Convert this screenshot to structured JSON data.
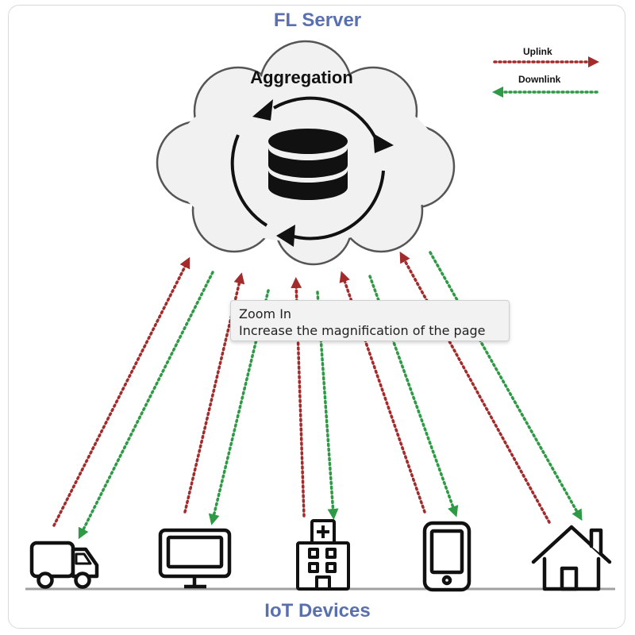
{
  "diagram": {
    "server_title": "FL Server",
    "aggregation_label": "Aggregation",
    "devices_title": "IoT Devices",
    "legend": {
      "uplink": "Uplink",
      "downlink": "Downlink",
      "uplink_color": "#a32b2b",
      "downlink_color": "#2e9a45"
    },
    "devices": [
      "truck-icon",
      "monitor-icon",
      "hospital-icon",
      "smartphone-icon",
      "house-icon"
    ]
  },
  "tooltip": {
    "title": "Zoom In",
    "description": "Increase the magnification of the page"
  }
}
